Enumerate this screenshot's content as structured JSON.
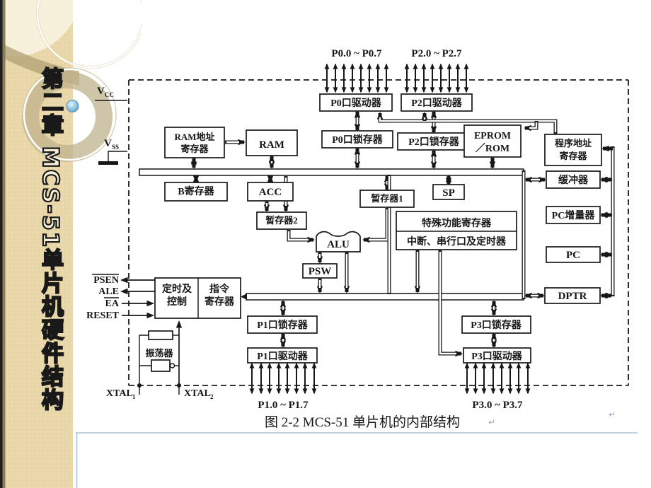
{
  "sidebar": {
    "title": "第二章 MCS-51单片机硬件结构"
  },
  "caption": {
    "text": "图 2-2  MCS-51 单片机的内部结构",
    "return_mark": "↵"
  },
  "colors": {
    "sidebar_beige": "#e9d7a9",
    "sphere_blue": "#8cc3de",
    "placeholder_blue": "#a9c3d9"
  },
  "diagram": {
    "port_labels": {
      "p0": "P0.0 ~ P0.7",
      "p2": "P2.0 ~ P2.7",
      "p1": "P1.0 ~ P1.7",
      "p3": "P3.0 ~ P3.7"
    },
    "blocks": {
      "p0_driver": "P0口驱动器",
      "p2_driver": "P2口驱动器",
      "p0_latch": "P0口锁存器",
      "p2_latch": "P2口锁存器",
      "ram_addr_line1": "RAM地址",
      "ram_addr_line2": "寄存器",
      "ram": "RAM",
      "eprom_line1": "EPROM",
      "eprom_line2": "／ROM",
      "prog_addr_line1": "程序地址",
      "prog_addr_line2": "寄存器",
      "buffer": "缓冲器",
      "pc_inc": "PC增量器",
      "pc": "PC",
      "dptr": "DPTR",
      "b_reg": "B寄存器",
      "acc": "ACC",
      "temp2": "暂存器2",
      "temp1": "暂存器1",
      "sp": "SP",
      "sfr": "特殊功能寄存器",
      "int_serial_timer": "中断、串行口及定时器",
      "alu": "ALU",
      "psw": "PSW",
      "timing_line1": "定时及",
      "timing_line2": "控制",
      "ir_line1": "指令",
      "ir_line2": "寄存器",
      "p1_latch": "P1口锁存器",
      "p3_latch": "P3口锁存器",
      "p1_driver": "P1口驱动器",
      "p3_driver": "P3口驱动器",
      "oscillator": "振荡器"
    },
    "pins": {
      "vcc": "V",
      "vcc_sub": "CC",
      "vss": "V",
      "vss_sub": "SS",
      "psen": "PSEN",
      "ale": "ALE",
      "ea": "EA",
      "reset": "RESET",
      "xtal": "XTAL",
      "xtal1_sub": "1",
      "xtal2_sub": "2"
    }
  }
}
